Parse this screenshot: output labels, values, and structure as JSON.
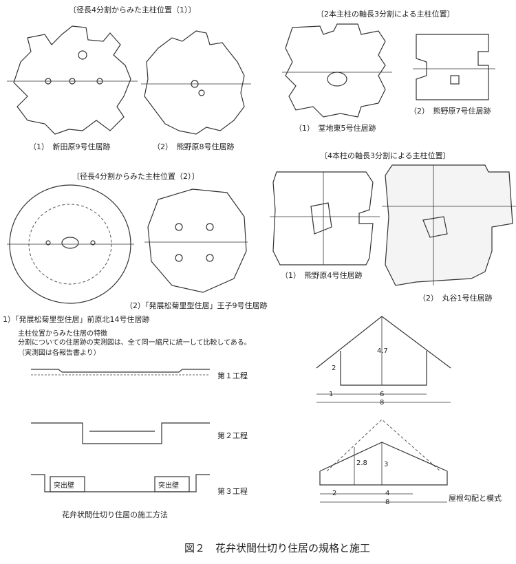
{
  "section_headings": {
    "radial_1": "〔径長4分割からみた主柱位置（1）〕",
    "two_post": "〔2本主柱の軸長3分割による主柱位置〕",
    "four_post": "〔4本柱の軸長3分割による主柱位置〕",
    "radial_2": "〔径長4分割からみた主柱位置（2）〕"
  },
  "plans": {
    "a1": "（1）　新田原9号住居跡",
    "a2": "（2）　熊野原8号住居跡",
    "b1": "（1）　堂地東5号住居跡",
    "b2": "（2）　熊野原7号住居跡",
    "c1": "（1）　熊野原4号住居跡",
    "c2": "（2）　丸谷1号住居跡",
    "d1": "1）「発展松菊里型住居」前原北14号住居跡",
    "d2": "（2）「発展松菊里型住居」王子9号住居跡"
  },
  "notes": {
    "line1": "主柱位置からみた住居の特徴",
    "line2": "分割についての住居跡の実測図は、全て同一縮尺に統一して比較してある。",
    "line3": "（実測図は各報告書より）"
  },
  "construction": {
    "step1": "第１工程",
    "step2": "第２工程",
    "step3": "第３工程",
    "wall_left": "突出壁",
    "wall_right": "突出壁",
    "title": "花弁状間仕切り住居の施工方法"
  },
  "roof1": {
    "height": "4.7",
    "wall": "2",
    "eave": "1",
    "inner": "6",
    "total": "8"
  },
  "roof2": {
    "height_a": "2.8",
    "height_b": "3",
    "eave": "2",
    "inner": "4",
    "total": "8",
    "label": "屋根勾配と模式"
  },
  "caption": "図２　花弁状間仕切り住居の規格と施工"
}
